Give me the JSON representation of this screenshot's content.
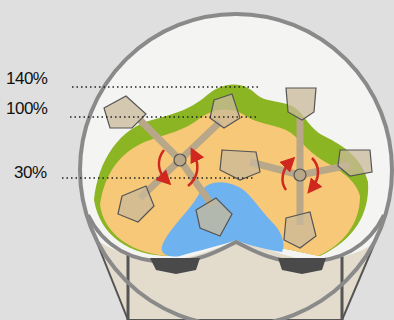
{
  "diagram": {
    "labels": [
      "140%",
      "100%",
      "30%"
    ]
  }
}
